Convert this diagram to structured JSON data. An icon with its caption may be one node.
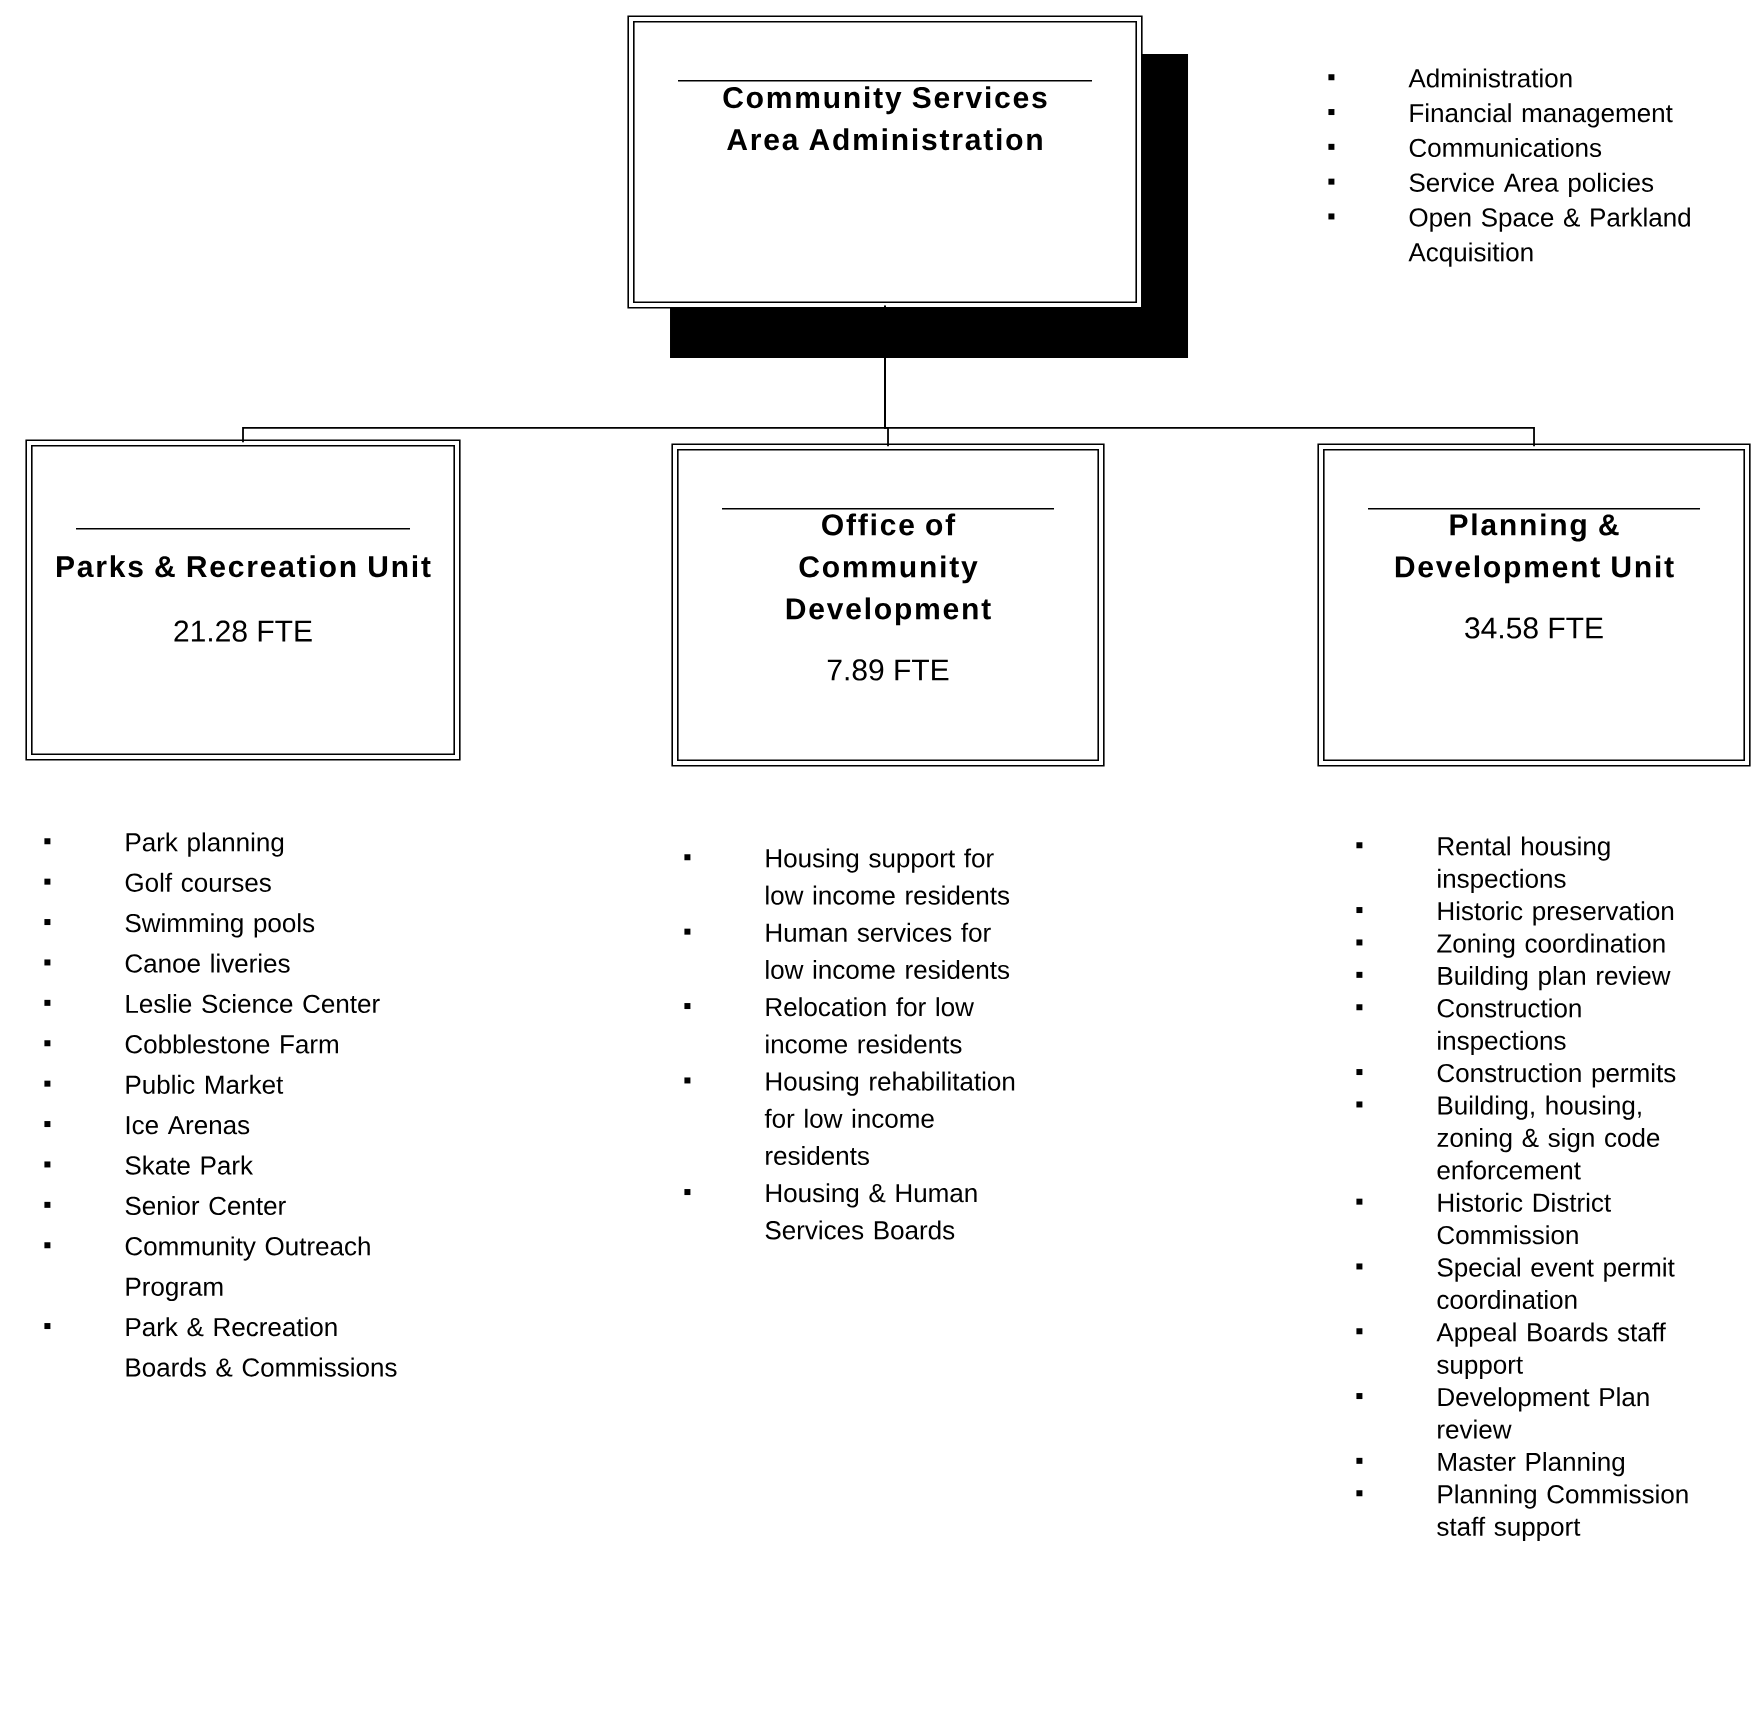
{
  "diagram": {
    "nodes": [
      {
        "text": [
          "Community Services Area Administration"
        ],
        "beside": [
          "Administration",
          "Financial management",
          "Communications",
          "Service Area policies",
          "Open Space & Parkland Acquisition"
        ]
      },
      {
        "text": [
          "Parks & Recreation Unit",
          "21.28 FTE"
        ],
        "beside": [
          "Park planning",
          "Golf courses",
          "Swimming pools",
          "Canoe liveries",
          "Leslie Science Center",
          "Cobblestone Farm",
          "Public Market",
          "Ice Arenas",
          "Skate Park",
          "Senior Center",
          "Community Outreach Program",
          "Park & Recreation Boards & Commissions"
        ]
      },
      {
        "text": [
          "Office of Community Development",
          "7.89 FTE"
        ],
        "beside": [
          "Housing support for low income residents",
          "Human services for low income residents",
          "Relocation for low income residents",
          "Housing rehabilitation for low income residents",
          "Housing & Human Services Boards"
        ]
      },
      {
        "text": [
          "Planning & Development Unit",
          "34.58 FTE"
        ],
        "beside": [
          "Rental housing inspections",
          "Historic preservation",
          "Zoning coordination",
          "Building plan review",
          "Construction inspections",
          "Construction permits",
          "Building, housing, zoning & sign code enforcement",
          "Historic District Commission",
          "Special event permit coordination",
          "Appeal Boards staff support",
          "Development Plan review",
          "Master Planning",
          "Planning Commission staff support"
        ]
      }
    ],
    "edges": [
      {
        "from": 0,
        "to": 1,
        "arrow": "none"
      },
      {
        "from": 0,
        "to": 2,
        "arrow": "none"
      },
      {
        "from": 0,
        "to": 3,
        "arrow": "none"
      }
    ]
  }
}
